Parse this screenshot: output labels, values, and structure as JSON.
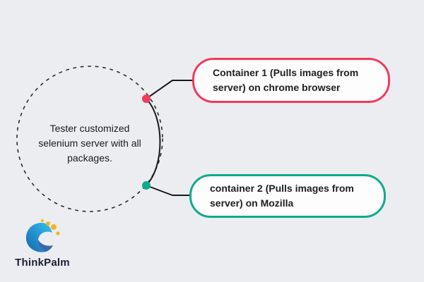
{
  "canvas": {
    "background": "#ecedf1"
  },
  "diagram": {
    "center_node": {
      "text": "Tester customized selenium server with all packages."
    },
    "nodes": [
      {
        "label": "Container 1 (Pulls images from server) on chrome browser",
        "color": "#f23a5c"
      },
      {
        "label": "container 2 (Pulls images from server) on Mozilla",
        "color": "#0eab8b"
      }
    ],
    "connector_color": "#17181b"
  },
  "branding": {
    "name": "ThinkPalm",
    "colors": {
      "blue_dark": "#1565b0",
      "blue_light": "#35c4ef",
      "yellow": "#f6b51e",
      "text": "#1b2134"
    }
  }
}
